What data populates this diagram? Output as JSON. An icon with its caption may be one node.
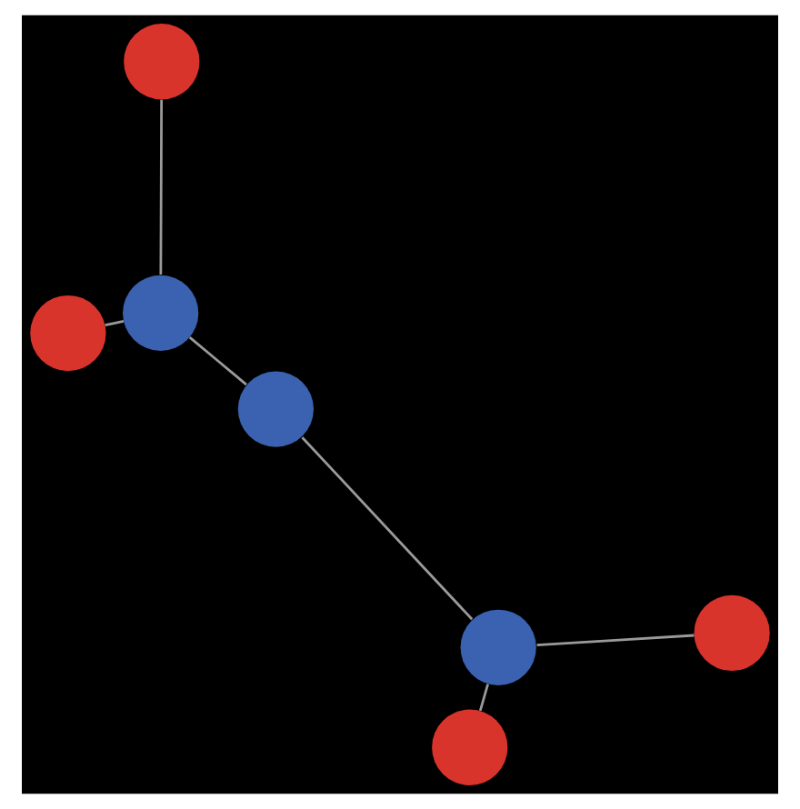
{
  "diagram": {
    "nodes": [
      {
        "text": [],
        "shape": "circle"
      },
      {
        "text": [],
        "shape": "circle"
      },
      {
        "text": [],
        "shape": "circle"
      },
      {
        "text": [],
        "shape": "circle"
      },
      {
        "text": [],
        "shape": "circle"
      },
      {
        "text": [],
        "shape": "circle"
      },
      {
        "text": [],
        "shape": "circle"
      }
    ],
    "edges": [
      {
        "from": 0,
        "to": 3,
        "arrow": "none"
      },
      {
        "from": 3,
        "to": 4,
        "arrow": "none"
      },
      {
        "from": 3,
        "to": 5,
        "arrow": "none"
      },
      {
        "from": 5,
        "to": 2,
        "arrow": "none"
      },
      {
        "from": 1,
        "to": 2,
        "arrow": "none"
      },
      {
        "from": 2,
        "to": 6,
        "arrow": "none"
      }
    ]
  }
}
